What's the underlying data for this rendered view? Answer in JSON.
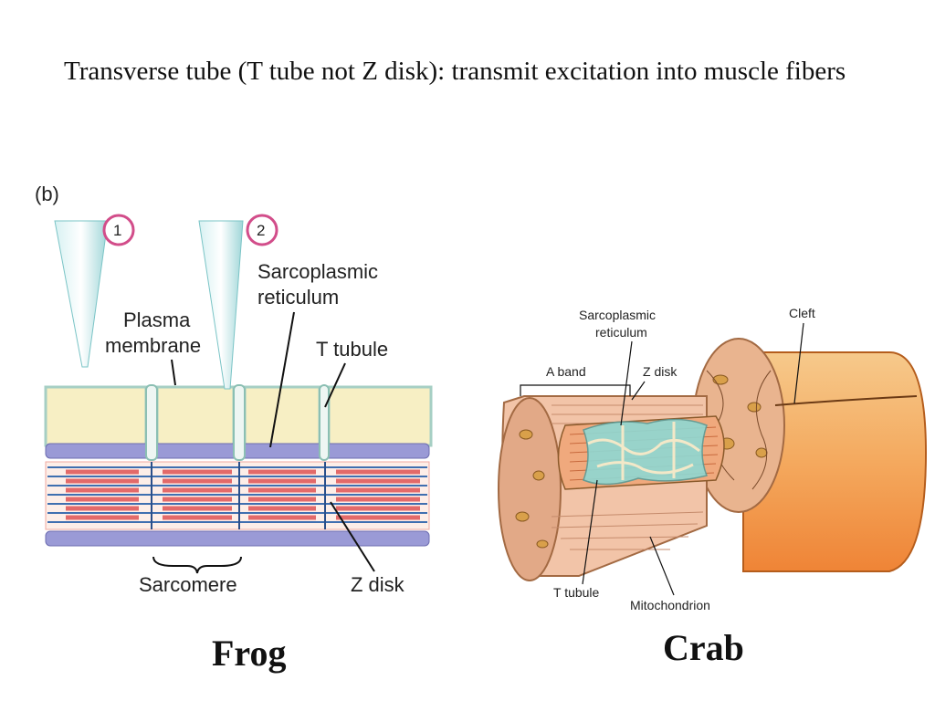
{
  "slide": {
    "title": "Transverse tube (T tube not Z disk): transmit excitation into muscle fibers"
  },
  "frog": {
    "panel_label": "(b)",
    "step_1": "1",
    "step_2": "2",
    "labels": {
      "sarcoplasmic_reticulum": [
        "Sarcoplasmic",
        "reticulum"
      ],
      "plasma_membrane": [
        "Plasma",
        "membrane"
      ],
      "t_tubule": "T tubule",
      "sarcomere": "Sarcomere",
      "z_disk": "Z disk"
    },
    "caption": "Frog"
  },
  "crab": {
    "labels": {
      "sarcoplasmic_reticulum": [
        "Sarcoplasmic",
        "reticulum"
      ],
      "cleft": "Cleft",
      "a_band": "A band",
      "z_disk": "Z disk",
      "t_tubule": "T tubule",
      "mitochondrion": "Mitochondrion"
    },
    "caption": "Crab"
  },
  "colors": {
    "cytoplasm": "#f7efc4",
    "membrane": "#a6cfc4",
    "sr": "#8f8fd0",
    "thick_filament": "#e36a6a",
    "thin_filament": "#3f6fb0",
    "fiber_outer": "#f29a4a",
    "cut_face": "#e9b48f",
    "sr_net": "#7ecfc9"
  }
}
